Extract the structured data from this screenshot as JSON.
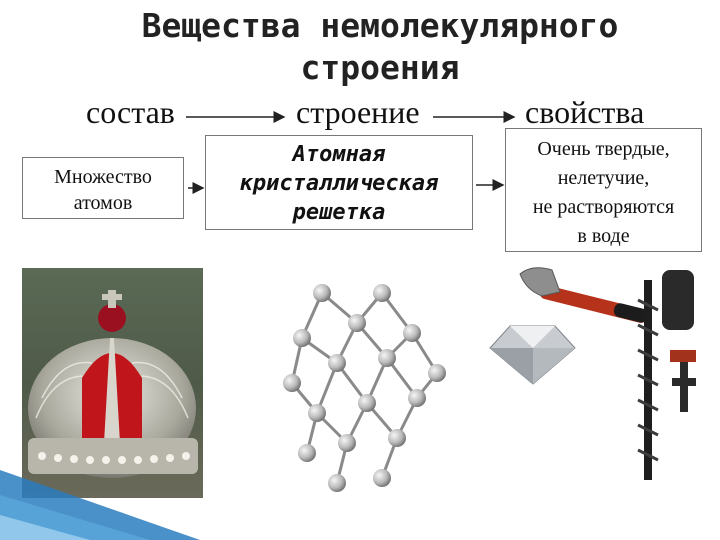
{
  "slide": {
    "title_line1": "Вещества немолекулярного",
    "title_line2": "строения",
    "headers": [
      "состав",
      "строение",
      "свойства"
    ],
    "box_composition": [
      "Множество",
      "атомов"
    ],
    "box_structure": [
      "Атомная",
      "кристаллическая",
      "решетка"
    ],
    "box_properties": [
      "Очень твердые,",
      "нелетучие,",
      "не растворяются",
      "в воде"
    ]
  }
}
